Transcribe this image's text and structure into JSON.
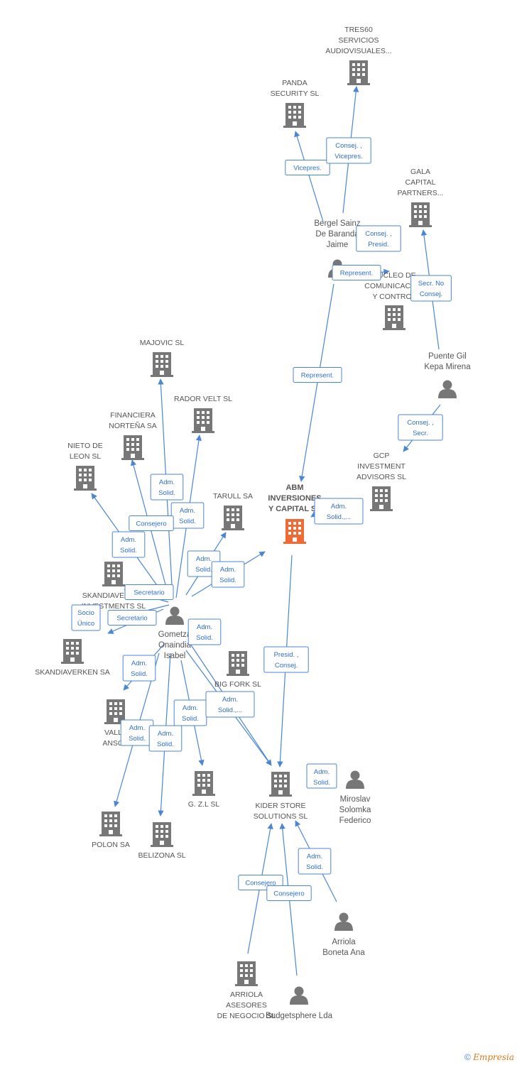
{
  "colors": {
    "edge": "#4a86d6",
    "company": "#777777",
    "main_company": "#f06a35",
    "person": "#777777"
  },
  "companies": [
    {
      "id": "tres60",
      "lines": [
        "TRES60",
        "SERVICIOS",
        "AUDIOVISUALES..."
      ]
    },
    {
      "id": "panda",
      "lines": [
        "PANDA",
        "SECURITY SL"
      ]
    },
    {
      "id": "gala",
      "lines": [
        "GALA",
        "CAPITAL",
        "PARTNERS..."
      ]
    },
    {
      "id": "nucleo",
      "lines": [
        "NUCLEO DE",
        "COMUNICACION",
        "Y CONTROL"
      ]
    },
    {
      "id": "majovic",
      "lines": [
        "MAJOVIC SL"
      ]
    },
    {
      "id": "rador",
      "lines": [
        "RADOR VELT SL"
      ]
    },
    {
      "id": "financiera",
      "lines": [
        "FINANCIERA",
        "NORTEÑA SA"
      ]
    },
    {
      "id": "nieto",
      "lines": [
        "NIETO DE",
        "LEON SL"
      ]
    },
    {
      "id": "tarull",
      "lines": [
        "TARULL SA"
      ]
    },
    {
      "id": "abm",
      "lines": [
        "ABM",
        "INVERSIONES",
        "Y CAPITAL SL"
      ],
      "main": true
    },
    {
      "id": "gcp",
      "lines": [
        "GCP",
        "INVESTMENT",
        "ADVISORS SL"
      ]
    },
    {
      "id": "skinv",
      "lines": [
        "SKANDIAVERKEN",
        "INVESTMENTS SL"
      ]
    },
    {
      "id": "skandia",
      "lines": [
        "SKANDIAVERKEN SA"
      ]
    },
    {
      "id": "bigfork",
      "lines": [
        "BIG FORK SL"
      ]
    },
    {
      "id": "valle",
      "lines": [
        "VALLE",
        "ANSON"
      ]
    },
    {
      "id": "gzl",
      "lines": [
        "G. Z.L SL"
      ]
    },
    {
      "id": "kider",
      "lines": [
        "KIDER STORE",
        "SOLUTIONS SL"
      ]
    },
    {
      "id": "polon",
      "lines": [
        "POLON SA"
      ]
    },
    {
      "id": "belizona",
      "lines": [
        "BELIZONA SL"
      ]
    },
    {
      "id": "arriolaas",
      "lines": [
        "ARRIOLA",
        "ASESORES",
        "DE NEGOCIO SL"
      ]
    }
  ],
  "persons": [
    {
      "id": "bergel",
      "lines": [
        "Bergel Sainz",
        "De Baranda",
        "Jaime"
      ]
    },
    {
      "id": "puente",
      "lines": [
        "Puente Gil",
        "Kepa Mirena"
      ]
    },
    {
      "id": "gometza",
      "lines": [
        "Gometza",
        "Onaindia",
        "Isabel"
      ]
    },
    {
      "id": "miroslav",
      "lines": [
        "Miroslav",
        "Solomka",
        "Federico"
      ]
    },
    {
      "id": "arriolab",
      "lines": [
        "Arriola",
        "Boneta Ana"
      ]
    },
    {
      "id": "budget",
      "lines": [
        "Budgetsphere Lda"
      ]
    }
  ],
  "edges": [
    {
      "id": "e1",
      "lines": [
        "Vicepres."
      ]
    },
    {
      "id": "e2",
      "lines": [
        "Consej. ,",
        "Vicepres."
      ]
    },
    {
      "id": "e3",
      "lines": [
        "Consej. ,",
        "Presid."
      ]
    },
    {
      "id": "e4",
      "lines": [
        "Represent."
      ]
    },
    {
      "id": "e5",
      "lines": [
        "Secr. No",
        "Consej."
      ]
    },
    {
      "id": "e6",
      "lines": [
        "Represent."
      ]
    },
    {
      "id": "e7",
      "lines": [
        "Consej. ,",
        "Secr."
      ]
    },
    {
      "id": "e8",
      "lines": [
        "Adm.",
        "Solid.,..."
      ]
    },
    {
      "id": "e9",
      "lines": [
        "Adm.",
        "Solid."
      ]
    },
    {
      "id": "e10",
      "lines": [
        "Adm.",
        "Solid."
      ]
    },
    {
      "id": "e11",
      "lines": [
        "Consejero"
      ]
    },
    {
      "id": "e12",
      "lines": [
        "Adm.",
        "Solid."
      ]
    },
    {
      "id": "e13",
      "lines": [
        "Adm.",
        "Solid."
      ]
    },
    {
      "id": "e14",
      "lines": [
        "Adm.",
        "Solid."
      ]
    },
    {
      "id": "e15",
      "lines": [
        "Secretario"
      ]
    },
    {
      "id": "e16",
      "lines": [
        "Secretario"
      ]
    },
    {
      "id": "e17",
      "lines": [
        "Socio",
        "Único"
      ]
    },
    {
      "id": "e18",
      "lines": [
        "Adm.",
        "Solid."
      ]
    },
    {
      "id": "e19",
      "lines": [
        "Presid. ,",
        "Consej."
      ]
    },
    {
      "id": "e20",
      "lines": [
        "Adm.",
        "Solid."
      ]
    },
    {
      "id": "e21",
      "lines": [
        "Adm.",
        "Solid."
      ]
    },
    {
      "id": "e22",
      "lines": [
        "Adm.",
        "Solid.,..."
      ]
    },
    {
      "id": "e23",
      "lines": [
        "Adm.",
        "Solid."
      ]
    },
    {
      "id": "e24",
      "lines": [
        "Adm.",
        "Solid."
      ]
    },
    {
      "id": "e25",
      "lines": [
        "Adm.",
        "Solid."
      ]
    },
    {
      "id": "e26",
      "lines": [
        "Consejero"
      ]
    },
    {
      "id": "e27",
      "lines": [
        "Consejero"
      ]
    }
  ],
  "footer": {
    "copyright": "©",
    "brand": "Empresia"
  }
}
